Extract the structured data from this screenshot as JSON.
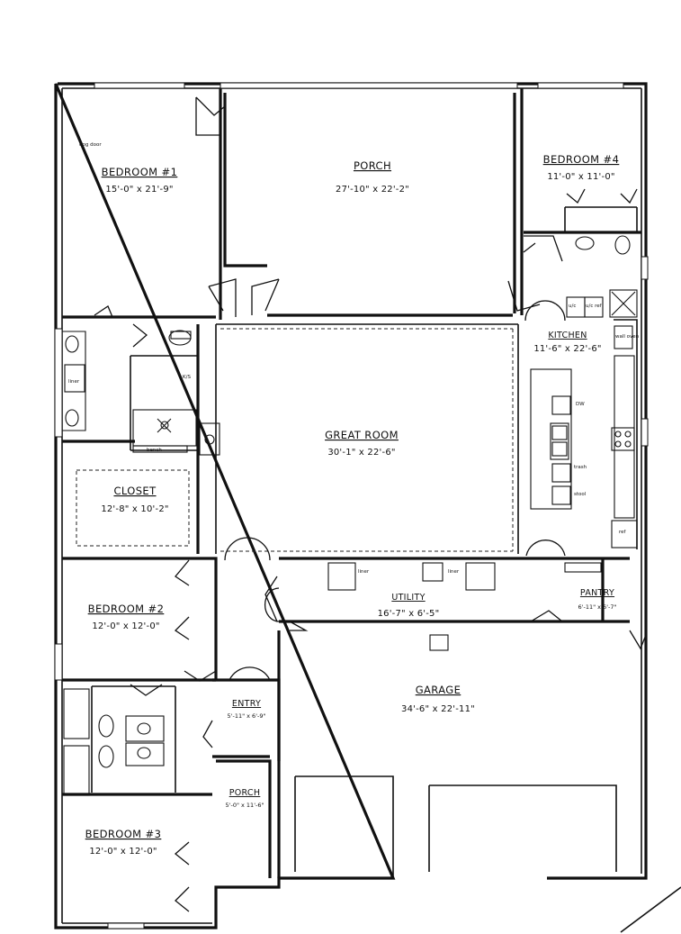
{
  "rooms": {
    "bedroom1": {
      "name": "BEDROOM #1",
      "dims": "15'-0\" x 21'-9\""
    },
    "porch_main": {
      "name": "PORCH",
      "dims": "27'-10\" x 22'-2\""
    },
    "bedroom4": {
      "name": "BEDROOM #4",
      "dims": "11'-0\" x 11'-0\""
    },
    "great_room": {
      "name": "GREAT ROOM",
      "dims": "30'-1\" x 22'-6\""
    },
    "kitchen": {
      "name": "KITCHEN",
      "dims": "11'-6\" x 22'-6\""
    },
    "closet": {
      "name": "CLOSET",
      "dims": "12'-8\" x 10'-2\""
    },
    "bedroom2": {
      "name": "BEDROOM #2",
      "dims": "12'-0\" x 12'-0\""
    },
    "utility": {
      "name": "UTILITY",
      "dims": "16'-7\" x 6'-5\""
    },
    "pantry": {
      "name": "PANTRY",
      "dims": "6'-11\" x 6'-7\""
    },
    "entry": {
      "name": "ENTRY",
      "dims": "5'-11\" x 6'-9\""
    },
    "garage": {
      "name": "GARAGE",
      "dims": "34'-6\" x 22'-11\""
    },
    "porch_front": {
      "name": "PORCH",
      "dims": "5'-0\" x 11'-6\""
    },
    "bedroom3": {
      "name": "BEDROOM #3",
      "dims": "12'-0\" x 12'-0\""
    }
  },
  "notes": {
    "dog_door": "dog door",
    "linen1": "liner",
    "linen_util1": "liner",
    "linen_util2": "liner",
    "bench": "bench",
    "ks": "K/S",
    "uc_ref": "u/c ref",
    "uc": "u/c",
    "wall_oven": "wall oven",
    "dw": "DW",
    "trash": "trash",
    "stool": "stool",
    "ref": "ref"
  }
}
